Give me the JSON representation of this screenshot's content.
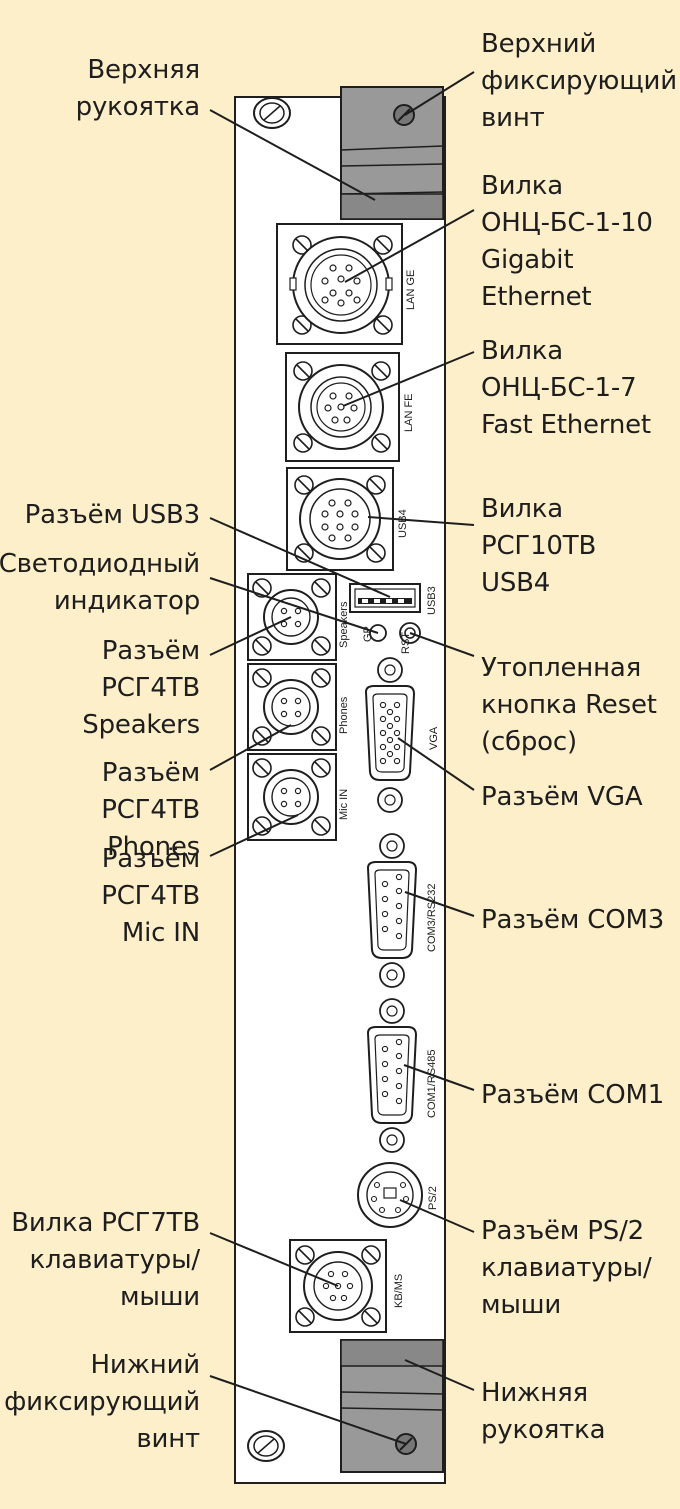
{
  "labels": {
    "top_handle": "Верхняя\nрукоятка",
    "top_screw": "Верхний\nфиксирующий\nвинт",
    "lan_ge_plug": "Вилка\nОНЦ-БС-1-10\nGigabit\nEthernet",
    "lan_fe_plug": "Вилка\nОНЦ-БС-1-7\nFast Ethernet",
    "usb3_socket": "Разъём USB3",
    "led_indicator": "Светодиодный\nиндикатор",
    "usb4_plug": "Вилка\nРСГ10ТВ\nUSB4",
    "speakers_socket": "Разъём РСГ4ТВ\nSpeakers",
    "reset_button": "Утопленная\nкнопка Reset\n(сброс)",
    "phones_socket": "Разъём РСГ4ТВ\nPhones",
    "vga_socket": "Разъём VGA",
    "mic_socket": "Разъём РСГ4ТВ\nMic IN",
    "com3_socket": "Разъём COM3",
    "com1_socket": "Разъём COM1",
    "kbms_plug": "Вилка РСГ7ТВ\nклавиатуры/\nмыши",
    "ps2_socket": "Разъём PS/2\nклавиатуры/\nмыши",
    "bottom_screw": "Нижний\nфиксирующий\nвинт",
    "bottom_handle": "Нижняя\nрукоятка"
  },
  "panel_marks": {
    "lan_ge": "LAN GE",
    "lan_fe": "LAN FE",
    "usb4": "USB4",
    "usb3": "USB3",
    "speakers": "Speakers",
    "gp": "GP",
    "rst": "RST",
    "phones": "Phones",
    "vga": "VGA",
    "mic_in": "Mic IN",
    "com3": "COM3/RS232",
    "com1": "COM1/RS485",
    "ps2": "PS/2",
    "kbms": "KB/MS"
  },
  "colors": {
    "background": "#fdefc9",
    "panel": "#ffffff",
    "handle": "#999999",
    "line": "#1e1e1e"
  }
}
